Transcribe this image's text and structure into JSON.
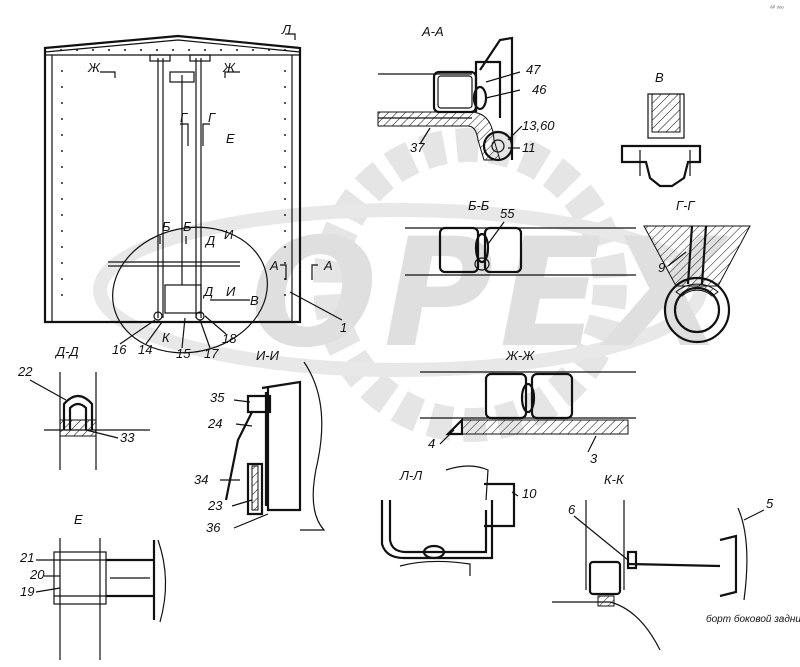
{
  "corner_mark": "ᴬᴾ ᵒᵒᵒ",
  "watermark": {
    "text": "OPEX",
    "color": "#d9d9d9",
    "gear_color": "#e0e0e0"
  },
  "sections": {
    "aa": "А-А",
    "bb": "Б-Б",
    "v": "В",
    "gg": "Г-Г",
    "dd": "Д-Д",
    "zhzh": "Ж-Ж",
    "ii": "И-И",
    "ll": "Л-Л",
    "kk": "К-К",
    "e": "Е"
  },
  "main_view_marks": {
    "l": "Л",
    "zh_left": "Ж",
    "zh_right": "Ж",
    "g1": "Г",
    "g2": "Г",
    "e": "Е",
    "b1": "Б",
    "b2": "Б",
    "d1": "Д",
    "i1": "И",
    "a1": "А",
    "a2": "А",
    "d2": "Д",
    "i2": "И",
    "v": "В",
    "k": "К"
  },
  "callouts": {
    "n47": "47",
    "n46": "46",
    "n1360": "13,60",
    "n11": "11",
    "n37": "37",
    "n55": "55",
    "n9": "9",
    "n1": "1",
    "n16": "16",
    "n14": "14",
    "n15": "15",
    "n17": "17",
    "n18": "18",
    "n22": "22",
    "n33": "33",
    "n35": "35",
    "n24": "24",
    "n34": "34",
    "n23": "23",
    "n36": "36",
    "n4": "4",
    "n3": "3",
    "n10": "10",
    "n6": "6",
    "n5": "5",
    "n21": "21",
    "n20": "20",
    "n19": "19"
  },
  "notes": {
    "rear_side_board": "борт боковой задний"
  }
}
